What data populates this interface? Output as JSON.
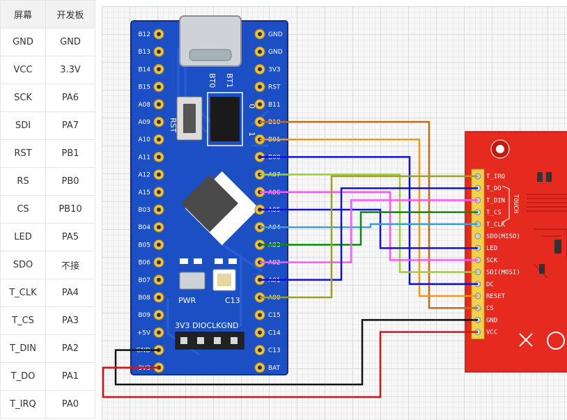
{
  "table": {
    "headers": [
      "屏幕",
      "开发板"
    ],
    "rows": [
      [
        "GND",
        "GND"
      ],
      [
        "VCC",
        "3.3V"
      ],
      [
        "SCK",
        "PA6"
      ],
      [
        "SDI",
        "PA7"
      ],
      [
        "RST",
        "PB1"
      ],
      [
        "RS",
        "PB0"
      ],
      [
        "CS",
        "PB10"
      ],
      [
        "LED",
        "PA5"
      ],
      [
        "SDO",
        "不接"
      ],
      [
        "T_CLK",
        "PA4"
      ],
      [
        "T_CS",
        "PA3"
      ],
      [
        "T_DIN",
        "PA2"
      ],
      [
        "T_DO",
        "PA1"
      ],
      [
        "T_IRQ",
        "PA0"
      ]
    ]
  },
  "board": {
    "left_pins": [
      "B12",
      "B13",
      "B14",
      "B15",
      "A08",
      "A09",
      "A10",
      "A11",
      "A12",
      "A15",
      "B03",
      "B04",
      "B05",
      "B06",
      "B07",
      "B08",
      "B09",
      "+5V",
      "GND",
      "3V3"
    ],
    "right_pins": [
      "GND",
      "GND",
      "3V3",
      "RST",
      "B11",
      "B10",
      "B01",
      "B00",
      "A07",
      "A06",
      "A05",
      "A04",
      "A03",
      "A02",
      "A01",
      "A00",
      "C15",
      "C14",
      "C13",
      "BAT"
    ],
    "silk": {
      "rst": "RST",
      "boot0": "BT0",
      "boot1": "BT1",
      "one": "1",
      "zero": "0",
      "pwr": "PWR",
      "c13": "C13",
      "header": "3V3 DIOCLKGND"
    }
  },
  "lcd": {
    "pins": [
      "T_IRQ",
      "T_DO",
      "T_DIN",
      "T_CS",
      "T_CLK",
      "SDO(MISO)",
      "LED",
      "SCK",
      "SDI(MOSI)",
      "DC",
      "RESET",
      "CS",
      "GND",
      "VCC"
    ],
    "touch_label": "TOUCH"
  },
  "wires": [
    {
      "from": "B10",
      "to": "CS",
      "color": "#c06c10"
    },
    {
      "from": "B01",
      "to": "RESET",
      "color": "#f29a0c"
    },
    {
      "from": "B00",
      "to": "DC",
      "color": "#1010e0"
    },
    {
      "from": "A07",
      "to": "SDI(MOSI)",
      "color": "#9ed030"
    },
    {
      "from": "A06",
      "to": "SCK",
      "color": "#ff55ff"
    },
    {
      "from": "A05",
      "to": "LED",
      "color": "#1010e0"
    },
    {
      "from": "A04",
      "to": "T_CLK",
      "color": "#3c9fd8"
    },
    {
      "from": "A03",
      "to": "T_CS",
      "color": "#0a8a0a"
    },
    {
      "from": "A02",
      "to": "T_DIN",
      "color": "#ff55ff"
    },
    {
      "from": "A01",
      "to": "T_DO",
      "color": "#1010e0"
    },
    {
      "from": "A00",
      "to": "T_IRQ",
      "color": "#a0a020"
    },
    {
      "from": "GND",
      "to": "GND",
      "color": "#101010"
    },
    {
      "from": "3V3",
      "to": "VCC",
      "color": "#e01010"
    }
  ]
}
